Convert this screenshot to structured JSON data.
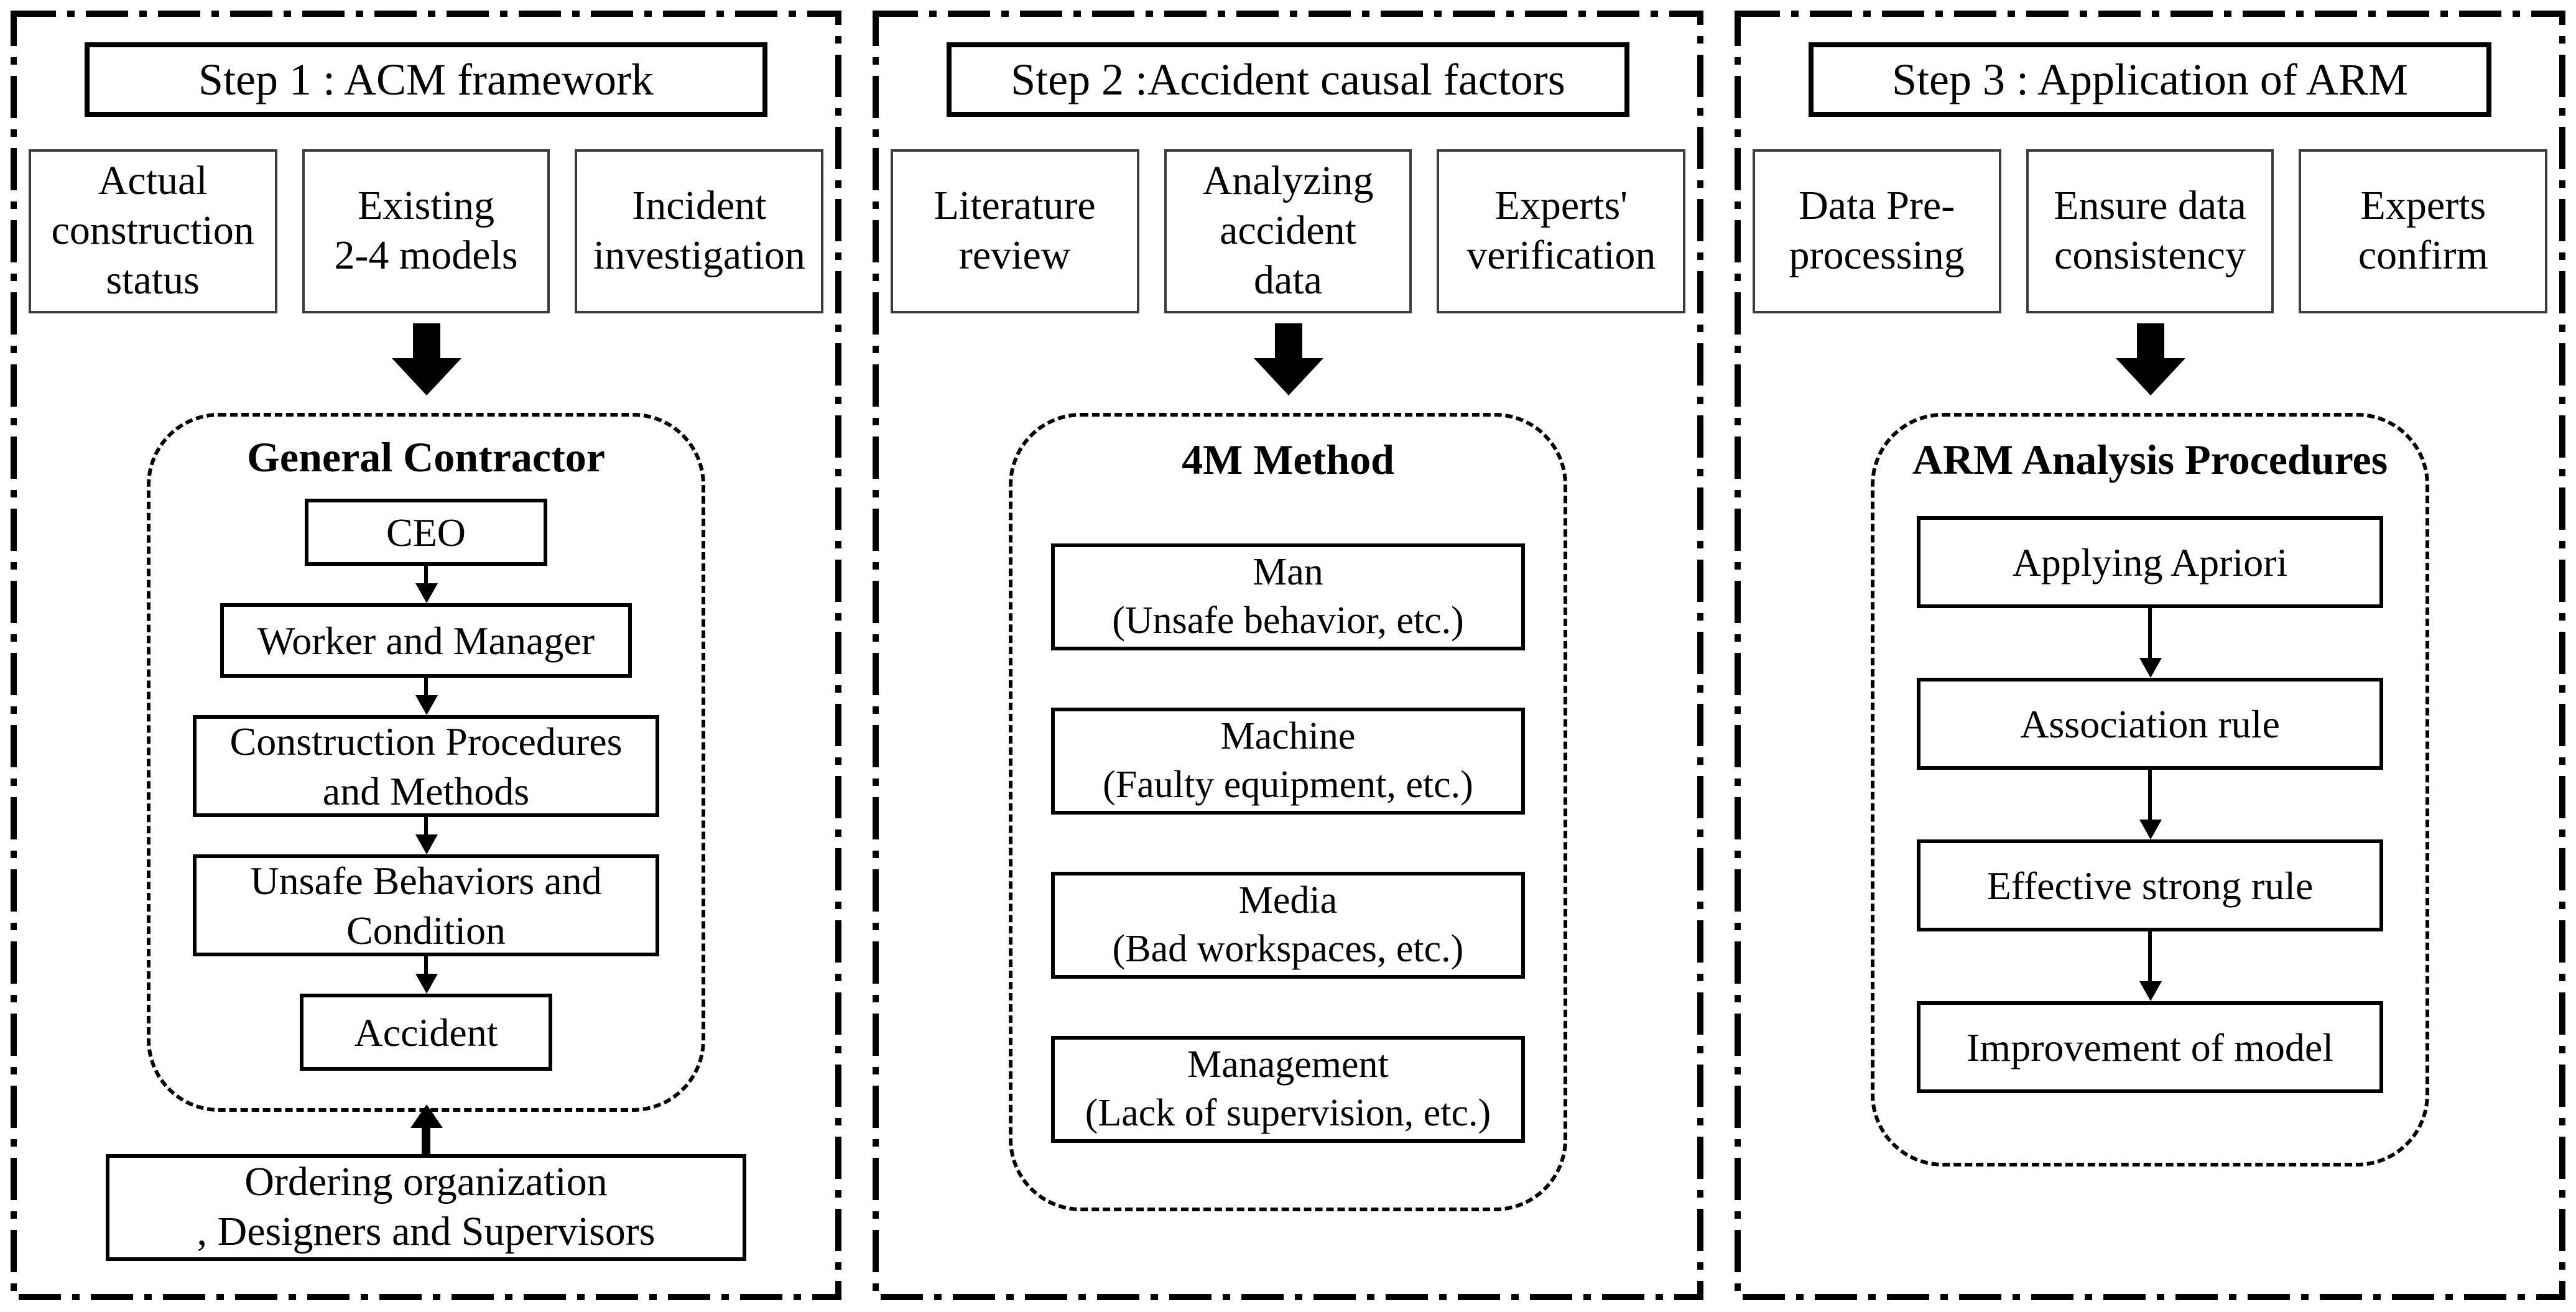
{
  "colors": {
    "ink": "#000000",
    "background": "#ffffff"
  },
  "panels": [
    {
      "title": "Step 1 : ACM framework",
      "inputs": [
        {
          "lines": [
            "Actual",
            "construction",
            "status"
          ]
        },
        {
          "lines": [
            "Existing",
            "2-4 models"
          ]
        },
        {
          "lines": [
            "Incident",
            "investigation"
          ]
        }
      ],
      "container": {
        "title": "General Contractor",
        "boxes": [
          {
            "lines": [
              "CEO"
            ]
          },
          {
            "lines": [
              "Worker and Manager"
            ]
          },
          {
            "lines": [
              "Construction Procedures",
              "and Methods"
            ]
          },
          {
            "lines": [
              "Unsafe Behaviors and",
              "Condition"
            ]
          },
          {
            "lines": [
              "Accident"
            ]
          }
        ]
      },
      "footer": {
        "lines": [
          "Ordering organization",
          ", Designers and Supervisors"
        ]
      }
    },
    {
      "title": "Step 2 :Accident causal factors",
      "inputs": [
        {
          "lines": [
            "Literature",
            "review"
          ]
        },
        {
          "lines": [
            "Analyzing",
            "accident",
            "data"
          ]
        },
        {
          "lines": [
            "Experts'",
            "verification"
          ]
        }
      ],
      "container": {
        "title": "4M Method",
        "boxes": [
          {
            "lines": [
              "Man",
              "(Unsafe behavior, etc.)"
            ]
          },
          {
            "lines": [
              "Machine",
              "(Faulty equipment, etc.)"
            ]
          },
          {
            "lines": [
              "Media",
              "(Bad workspaces, etc.)"
            ]
          },
          {
            "lines": [
              "Management",
              "(Lack of supervision, etc.)"
            ]
          }
        ]
      }
    },
    {
      "title": "Step 3 : Application of ARM",
      "inputs": [
        {
          "lines": [
            "Data Pre-",
            "processing"
          ]
        },
        {
          "lines": [
            "Ensure data",
            "consistency"
          ]
        },
        {
          "lines": [
            "Experts",
            "confirm"
          ]
        }
      ],
      "container": {
        "title": "ARM Analysis Procedures",
        "boxes": [
          {
            "lines": [
              "Applying Apriori"
            ]
          },
          {
            "lines": [
              "Association rule"
            ]
          },
          {
            "lines": [
              "Effective strong rule"
            ]
          },
          {
            "lines": [
              "Improvement of model"
            ]
          }
        ]
      }
    }
  ]
}
